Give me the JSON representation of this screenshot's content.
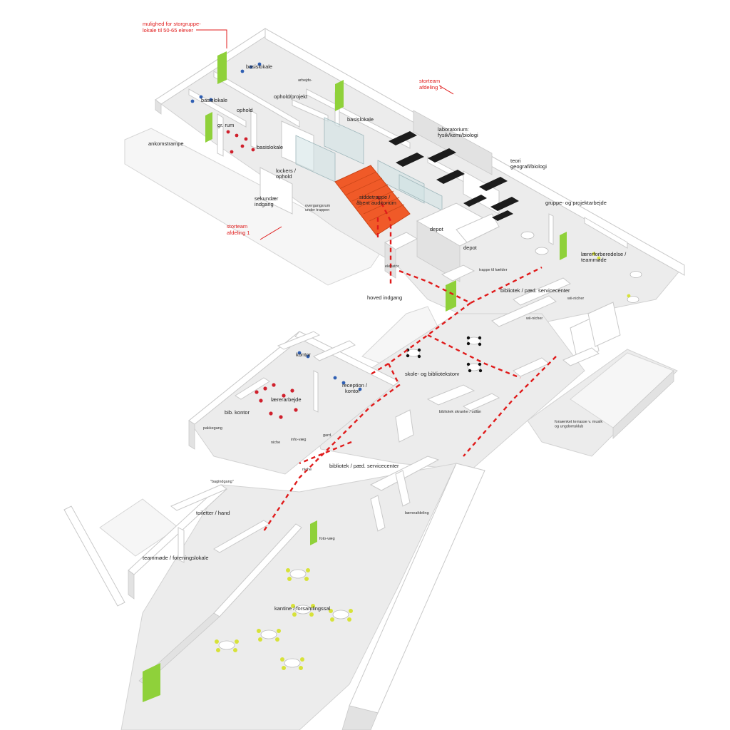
{
  "colors": {
    "route": "#e01b1b",
    "stair": "#f05a28",
    "accent_green": "#8fd13a",
    "chair_red": "#d0202c",
    "chair_blue": "#2f5fb3",
    "chair_yellow": "#d7e23a",
    "lab_table": "#1c1c1c"
  },
  "annotations": {
    "storgruppe": "mulighed for storgruppe-\nlokale til 50-65 elever",
    "storteam_top": "storteam\nafdeling 1",
    "storteam_left": "storteam\nafdeling 1"
  },
  "labels": {
    "basislokale_1": "basislokale",
    "basislokale_2": "basislokale",
    "basislokale_3": "basislokale",
    "basislokale_4": "basislokale",
    "ophold": "ophold",
    "ophold_projekt": "ophold/projekt",
    "arbejds": "arbejds-",
    "gr_rum": "gr. rum",
    "ankomstrampe": "ankomstrampe",
    "lockers": "lockers /\nophold",
    "sekundaer": "sekundær\nindgang",
    "siddetrappe": "siddetrappe /\nåbent auditorium",
    "overgang": "overgangsrum\nunder trappen",
    "laboratorium": "laboratorium:\nfysik/kemi/biologi",
    "teori": "teori\ngeografi/biologi",
    "gruppe": "gruppe- og projektarbejde",
    "depot_1": "depot",
    "depot_2": "depot",
    "elevator": "elevator",
    "trappe_kaelder": "trappe til kælder",
    "laererforberedelse": "lærerforberedelse /\nteammøde",
    "hoved_indgang": "hoved indgang",
    "bibliotek_1": "bibliotek / pæd. servicecenter",
    "wii_nicher_1": "wii-nicher",
    "wii_nicher_2": "wii-nicher",
    "kontor": "kontor",
    "reception": "reception /\nkontor",
    "skole_bibliotekstorv": "skole- og bibliotekstorv",
    "laererarbejde": "lærerarbejde",
    "bib_kontor": "bib. kontor",
    "pakkegang": "pakkegang",
    "niche_1": "niche",
    "info_vaeg": "info-væg",
    "gard": "gard.",
    "bibliotek_skranke": "bibliotek skranke / udlån",
    "forsaenket": "forsænket terrasse v. musik\nog ungdomsklub",
    "bibliotek_2": "bibliotek / pæd. servicecenter",
    "niche_2": "niche",
    "bagindgang": "\"bagindgang\"",
    "toiletter": "toiletter / hand",
    "teammoede": "teammøde / foreningslokale",
    "boernebibliotek": "børneafdeling",
    "fotovaeg": "foto-væg",
    "kantine": "kantine / forsamlingssal"
  }
}
